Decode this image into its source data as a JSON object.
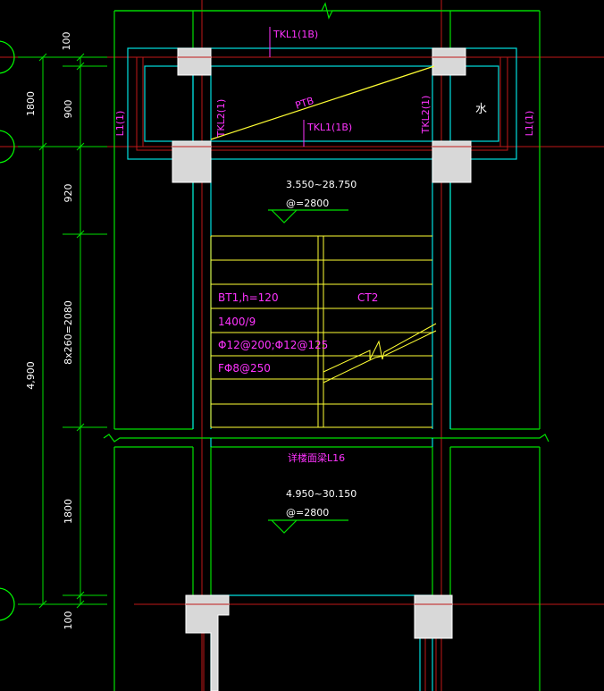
{
  "dimensions": {
    "d100_top": "100",
    "d1800_left": "1800",
    "d900": "900",
    "d920": "920",
    "d_flight": "8x260=2080",
    "d4900": "4,900",
    "d1800_mid": "1800",
    "d100_bottom": "100"
  },
  "beams": {
    "tkl1_top": "TKL1(1B)",
    "tkl1_mid": "TKL1(1B)",
    "tkl2_left": "TKL2(1)",
    "tkl2_right": "TKL2(1)",
    "l1_left": "L1(1)",
    "l1_right": "L1(1)",
    "slab_pb": "PTB",
    "beam_l16": "详楼面梁L16"
  },
  "landing_upper": {
    "elev": "3.550~28.750",
    "spacing": "@=2800"
  },
  "landing_lower": {
    "elev": "4.950~30.150",
    "spacing": "@=2800"
  },
  "stair": {
    "type": "BT1,h=120",
    "span": "1400/9",
    "rebar_main": "Φ12@200;Φ12@125",
    "rebar_dist": "FΦ8@250",
    "ct_label": "CT2"
  },
  "room_label": "水"
}
